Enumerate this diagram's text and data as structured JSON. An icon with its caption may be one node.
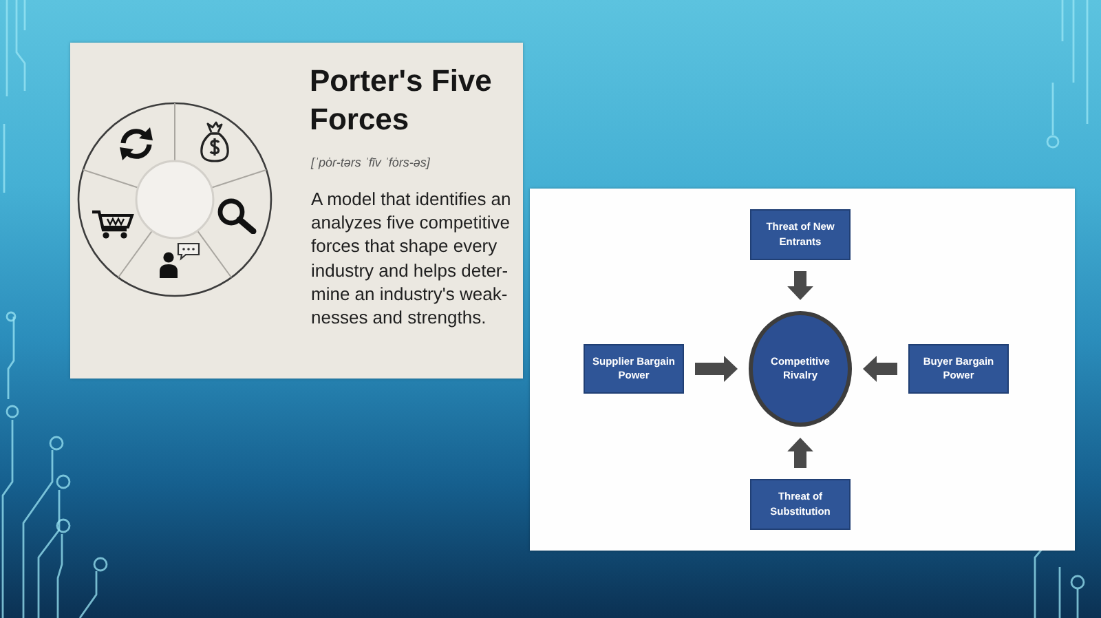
{
  "diagram": {
    "nodes": [
      {
        "text": [
          "Porter's Five Forces",
          "[ˈpȯr-tərs ˈfīv ˈfȯrs-əs]",
          "A model that identifies an analyzes five competitive forces that shape every industry and helps deter- mine an industry's weak- nesses and strengths."
        ]
      },
      {
        "text": [],
        "shape": "box"
      },
      {
        "text": [
          "Threat of New Entrants"
        ],
        "in": 1
      },
      {
        "text": [
          "Supplier Bargain Power"
        ],
        "in": 1
      },
      {
        "text": [
          "Competitive Rivalry"
        ],
        "in": 1
      },
      {
        "text": [
          "Buyer Bargain Power"
        ],
        "in": 1
      },
      {
        "text": [
          "Threat of Substitution"
        ],
        "in": 1
      }
    ],
    "edges": [
      {
        "from": 2,
        "to": 4,
        "arrow": "to"
      },
      {
        "from": 3,
        "to": 4,
        "arrow": "to"
      },
      {
        "from": 5,
        "to": 4,
        "arrow": "to"
      },
      {
        "from": 6,
        "to": 4,
        "arrow": "to"
      }
    ]
  }
}
